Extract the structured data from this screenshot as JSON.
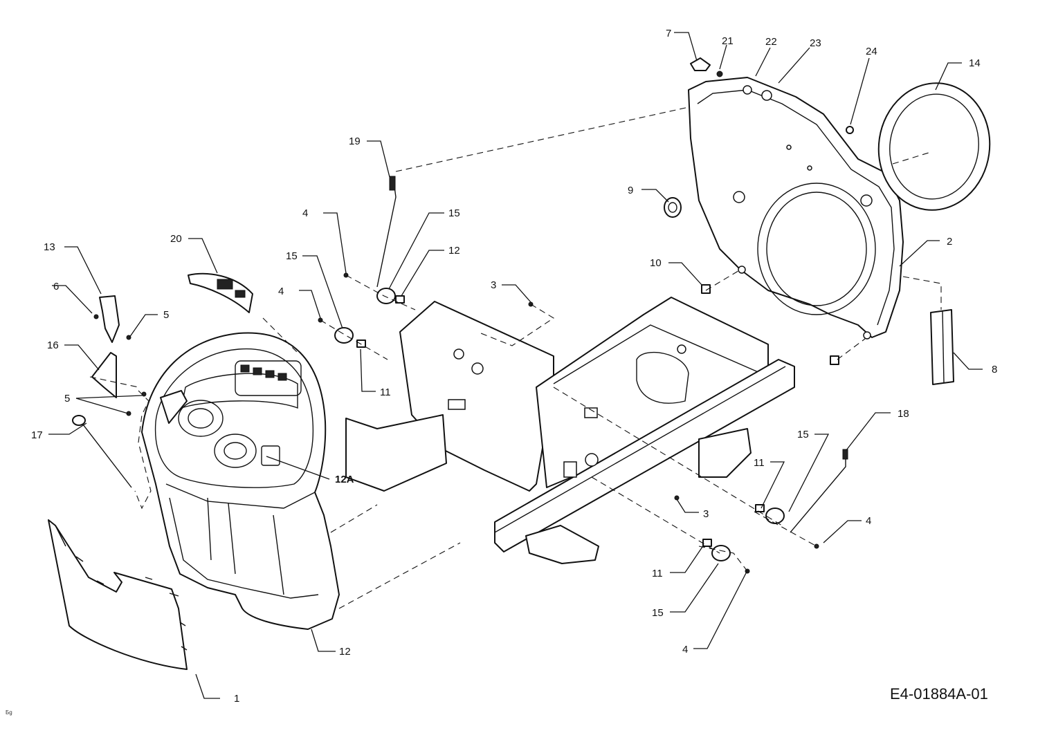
{
  "diagram_code": "E4-01884A-01",
  "corner_mark": "Бg",
  "callouts": {
    "c1": "1",
    "c2": "2",
    "c3a": "3",
    "c3b": "3",
    "c4a": "4",
    "c4b": "4",
    "c4c": "4",
    "c4d": "4",
    "c5a": "5",
    "c5b": "5",
    "c6": "6",
    "c7": "7",
    "c8": "8",
    "c9": "9",
    "c10": "10",
    "c11a": "11",
    "c11b": "11",
    "c11c": "11",
    "c12": "12",
    "c12a": "12A",
    "c12b": "12",
    "c13": "13",
    "c14": "14",
    "c15a": "15",
    "c15b": "15",
    "c15c": "15",
    "c15d": "15",
    "c16": "16",
    "c17": "17",
    "c18": "18",
    "c19": "19",
    "c20": "20",
    "c21": "21",
    "c22": "22",
    "c23": "23",
    "c24": "24"
  }
}
